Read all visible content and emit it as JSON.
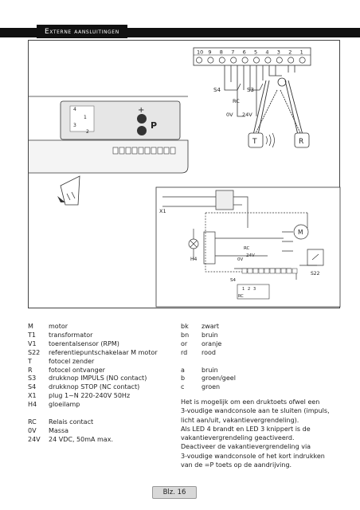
{
  "header": {
    "title": "Externe aansluitingen"
  },
  "diagram": {
    "terminal_numbers": [
      "10",
      "9",
      "8",
      "7",
      "6",
      "5",
      "4",
      "3",
      "2",
      "1"
    ],
    "labels": {
      "s4": "S4",
      "s3": "S3",
      "rc": "RC",
      "v0": "0V",
      "v24": "24V",
      "t": "T",
      "r": "R",
      "x1": "X1",
      "h4": "H4",
      "m": "M",
      "s22": "S22",
      "panel_1": "1",
      "panel_2": "2",
      "panel_3": "3",
      "panel_4": "4",
      "p": "P",
      "small_1": "1",
      "small_2": "2",
      "small_3": "3"
    }
  },
  "legend_left": [
    {
      "code": "M",
      "desc": "motor"
    },
    {
      "code": "T1",
      "desc": "transformator"
    },
    {
      "code": "V1",
      "desc": "toerentalsensor (RPM)"
    },
    {
      "code": "S22",
      "desc": "referentiepuntschakelaar M motor"
    },
    {
      "code": "T",
      "desc": "fotocel zender"
    },
    {
      "code": "R",
      "desc": "fotocel ontvanger"
    },
    {
      "code": "S3",
      "desc": "drukknop IMPULS (NO contact)"
    },
    {
      "code": "S4",
      "desc": "drukknop STOP (NC contact)"
    },
    {
      "code": "X1",
      "desc": "plug 1~N 220-240V 50Hz"
    },
    {
      "code": "H4",
      "desc": "gloeilamp"
    }
  ],
  "legend_left_extra": [
    {
      "code": "RC",
      "desc": "Relais contact"
    },
    {
      "code": "0V",
      "desc": "Massa"
    },
    {
      "code": "24V",
      "desc": "24 VDC, 50mA max."
    }
  ],
  "legend_right": [
    {
      "code": "bk",
      "desc": "zwart"
    },
    {
      "code": "bn",
      "desc": "bruin"
    },
    {
      "code": "or",
      "desc": "oranje"
    },
    {
      "code": "rd",
      "desc": "rood"
    }
  ],
  "legend_right_extra": [
    {
      "code": "a",
      "desc": "bruin"
    },
    {
      "code": "b",
      "desc": "groen/geel"
    },
    {
      "code": "c",
      "desc": "groen"
    }
  ],
  "paragraph_lines": [
    "Het is mogelijk om een druktoets ofwel een",
    "3-voudige wandconsole aan te sluiten (impuls,",
    "licht aan/uit, vakantievergrendeling).",
    "Als LED 4 brandt en LED 3 knippert is de",
    "vakantievergrendeling geactiveerd.",
    "Deactiveer de vakantievergrendeling via",
    "3-voudige wandconsole of het kort indrukken",
    "van de =P toets op de aandrijving."
  ],
  "footer": {
    "page": "Blz. 16"
  }
}
